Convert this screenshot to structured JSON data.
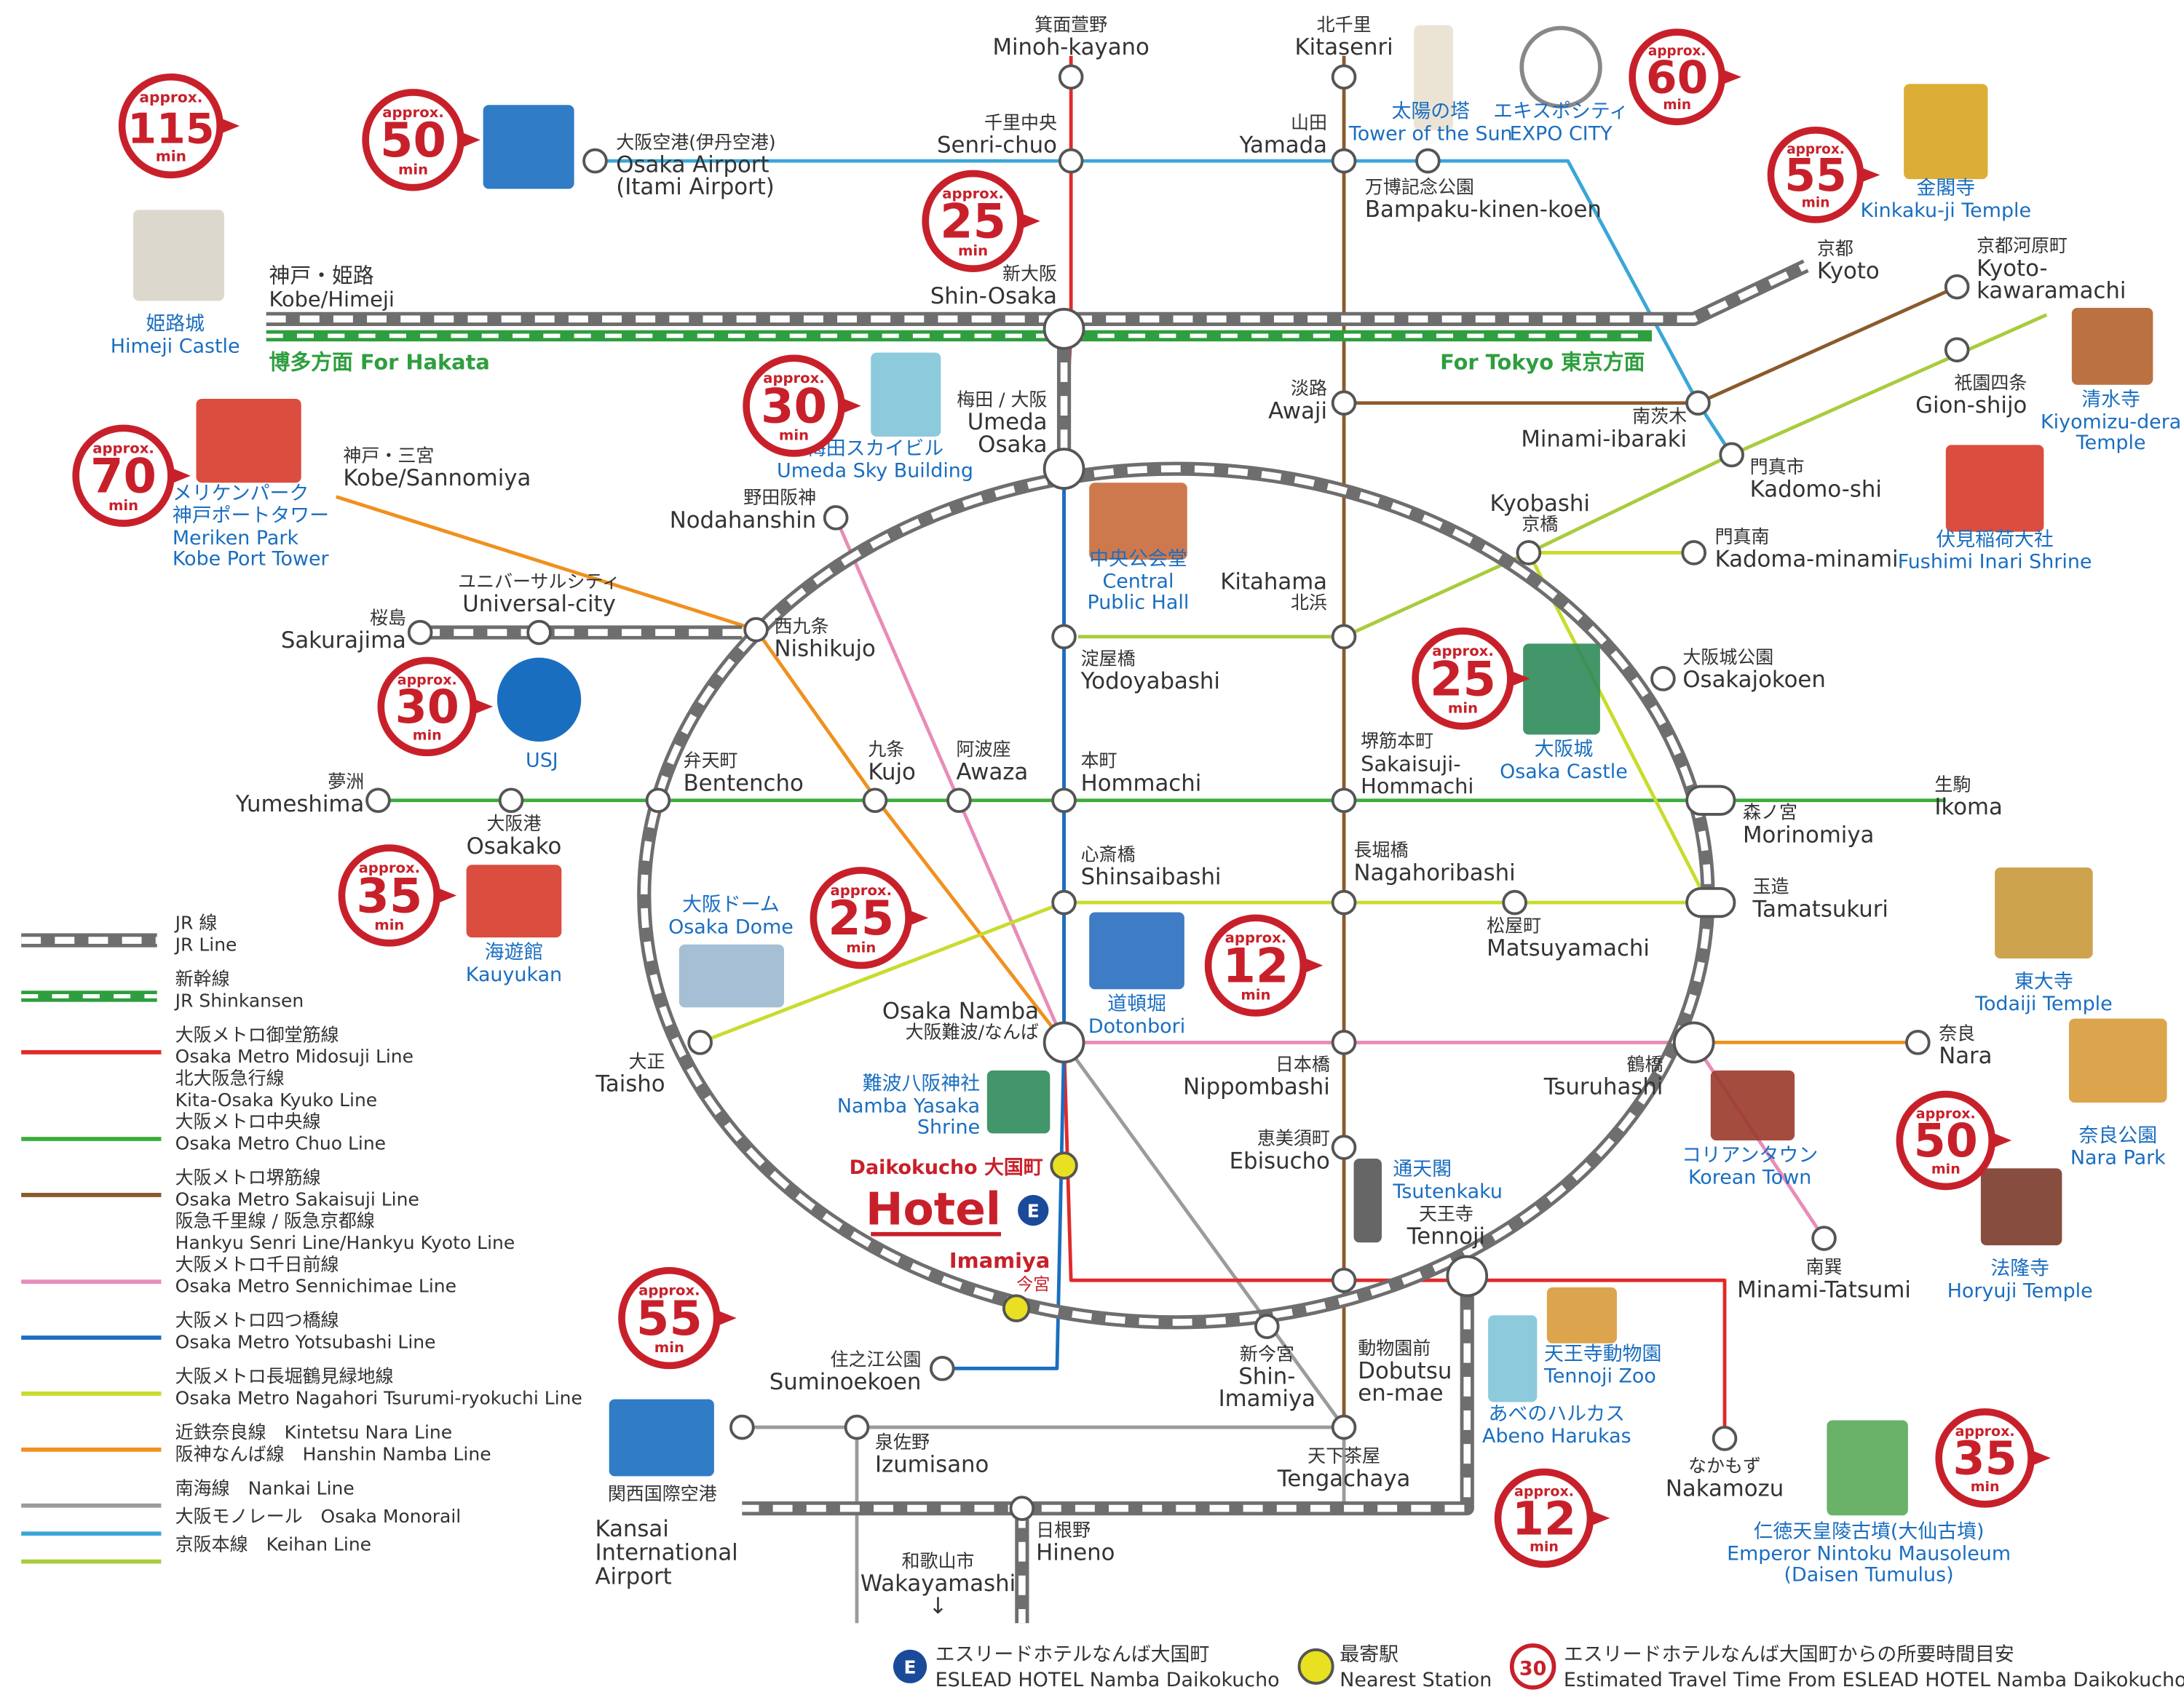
{
  "colors": {
    "jr": "#7a7a7a",
    "shinkansen": "#2e9e3e",
    "midosuji": "#e02a2a",
    "chuo": "#3aae3a",
    "sakaisuji": "#8b5a2b",
    "sennichimae": "#e88cb8",
    "yotsubashi": "#1a6ec0",
    "nagahori": "#c8dc2c",
    "kintetsu": "#f0901e",
    "nankai": "#9b9b9b",
    "monorail": "#3aa6d8",
    "keihan": "#a8cc3c",
    "badge": "#c8202a",
    "landmark": "#1a6ec0",
    "station_text": "#333333",
    "highlight": "#e8e020"
  },
  "lines": {
    "jr_kobe": "神戸・姫路\nKobe/Himeji",
    "hakata": "博多方面 For Hakata",
    "tokyo": "For Tokyo 東京方面"
  },
  "stations": [
    {
      "id": "minoh",
      "ja": "箕面萱野",
      "en": "Minoh-kayano"
    },
    {
      "id": "kitasenri",
      "ja": "北千里",
      "en": "Kitasenri"
    },
    {
      "id": "osaka_airport",
      "ja": "大阪空港(伊丹空港)",
      "en": "Osaka Airport\n(Itami Airport)"
    },
    {
      "id": "senri_chuo",
      "ja": "千里中央",
      "en": "Senri-chuo"
    },
    {
      "id": "yamada",
      "ja": "山田",
      "en": "Yamada"
    },
    {
      "id": "bampaku",
      "ja": "万博記念公園",
      "en": "Bampaku-kinen-koen"
    },
    {
      "id": "shin_osaka",
      "ja": "新大阪",
      "en": "Shin-Osaka"
    },
    {
      "id": "kyoto",
      "ja": "京都",
      "en": "Kyoto"
    },
    {
      "id": "kyoto_kawaramachi",
      "ja": "京都河原町",
      "en": "Kyoto-\nkawaramachi"
    },
    {
      "id": "gion",
      "ja": "祇園四条",
      "en": "Gion-shijo"
    },
    {
      "id": "awaji",
      "ja": "淡路",
      "en": "Awaji"
    },
    {
      "id": "minami_ibaraki",
      "ja": "南茨木",
      "en": "Minami-ibaraki"
    },
    {
      "id": "kadomashi",
      "ja": "門真市",
      "en": "Kadomo-shi"
    },
    {
      "id": "umeda",
      "ja": "梅田 / 大阪",
      "en": "Umeda\nOsaka"
    },
    {
      "id": "sannomiya",
      "ja": "神戸・三宮",
      "en": "Kobe/Sannomiya"
    },
    {
      "id": "nodahanshin",
      "ja": "野田阪神",
      "en": "Nodahanshin"
    },
    {
      "id": "kyobashi",
      "ja": "京橋",
      "en": "Kyobashi"
    },
    {
      "id": "kadoma_minami",
      "ja": "門真南",
      "en": "Kadoma-minami"
    },
    {
      "id": "universal",
      "ja": "ユニバーサルシティ",
      "en": "Universal-city"
    },
    {
      "id": "sakurajima",
      "ja": "桜島",
      "en": "Sakurajima"
    },
    {
      "id": "nishikujo",
      "ja": "西九条",
      "en": "Nishikujo"
    },
    {
      "id": "kitahama",
      "ja": "北浜",
      "en": "Kitahama"
    },
    {
      "id": "yodoyabashi",
      "ja": "淀屋橋",
      "en": "Yodoyabashi"
    },
    {
      "id": "osakajokoen",
      "ja": "大阪城公園",
      "en": "Osakajokoen"
    },
    {
      "id": "yumeshima",
      "ja": "夢洲",
      "en": "Yumeshima"
    },
    {
      "id": "bentencho",
      "ja": "弁天町",
      "en": "Bentencho"
    },
    {
      "id": "kujo",
      "ja": "九条",
      "en": "Kujo"
    },
    {
      "id": "awaza",
      "ja": "阿波座",
      "en": "Awaza"
    },
    {
      "id": "hommachi",
      "ja": "本町",
      "en": "Hommachi"
    },
    {
      "id": "sakaisuji_hommachi",
      "ja": "堺筋本町",
      "en": "Sakaisuji-\nHommachi"
    },
    {
      "id": "morinomiya",
      "ja": "森ノ宮",
      "en": "Morinomiya"
    },
    {
      "id": "ikoma",
      "ja": "生駒",
      "en": "Ikoma"
    },
    {
      "id": "osakako",
      "ja": "大阪港",
      "en": "Osakako"
    },
    {
      "id": "shinsaibashi",
      "ja": "心斎橋",
      "en": "Shinsaibashi"
    },
    {
      "id": "nagahoribashi",
      "ja": "長堀橋",
      "en": "Nagahoribashi"
    },
    {
      "id": "tamatsukuri",
      "ja": "玉造",
      "en": "Tamatsukuri"
    },
    {
      "id": "matsuyamachi",
      "ja": "松屋町",
      "en": "Matsuyamachi"
    },
    {
      "id": "namba",
      "ja": "大阪難波/なんば",
      "en": "Osaka Namba"
    },
    {
      "id": "taisho",
      "ja": "大正",
      "en": "Taisho"
    },
    {
      "id": "nippombashi",
      "ja": "日本橋",
      "en": "Nippombashi"
    },
    {
      "id": "tsuruhashi",
      "ja": "鶴橋",
      "en": "Tsuruhashi"
    },
    {
      "id": "nara",
      "ja": "奈良",
      "en": "Nara"
    },
    {
      "id": "ebisucho",
      "ja": "恵美須町",
      "en": "Ebisucho"
    },
    {
      "id": "tennoji",
      "ja": "天王寺",
      "en": "Tennoji"
    },
    {
      "id": "minami_tatsumi",
      "ja": "南巽",
      "en": "Minami-Tatsumi"
    },
    {
      "id": "suminoekoen",
      "ja": "住之江公園",
      "en": "Suminoekoen"
    },
    {
      "id": "shin_imamiya",
      "ja": "新今宮",
      "en": "Shin-\nImamiya"
    },
    {
      "id": "dobutsuen",
      "ja": "動物園前",
      "en": "Dobutsu\nen-mae"
    },
    {
      "id": "izumisano",
      "ja": "泉佐野",
      "en": "Izumisano"
    },
    {
      "id": "tengachaya",
      "ja": "天下茶屋",
      "en": "Tengachaya"
    },
    {
      "id": "nakamozu",
      "ja": "なかもず",
      "en": "Nakamozu"
    },
    {
      "id": "kansai",
      "ja": "関西国際空港",
      "en": "Kansai\nInternational\nAirport"
    },
    {
      "id": "hineno",
      "ja": "日根野",
      "en": "Hineno"
    },
    {
      "id": "wakayama",
      "ja": "和歌山市",
      "en": "Wakayamashi\n↓"
    }
  ],
  "nearest": {
    "daikokucho": "Daikokucho 大国町",
    "imamiya_en": "Imamiya",
    "imamiya_ja": "今宮",
    "hotel": "Hotel"
  },
  "landmarks": [
    {
      "id": "himeji",
      "ja": "姫路城",
      "en": "Himeji Castle"
    },
    {
      "id": "tower_sun",
      "ja": "太陽の塔",
      "en": "Tower of the Sun"
    },
    {
      "id": "expocity",
      "ja": "エキスポシティ",
      "en": "EXPO CITY"
    },
    {
      "id": "kinkakuji",
      "ja": "金閣寺",
      "en": "Kinkaku-ji Temple"
    },
    {
      "id": "kiyomizu",
      "ja": "清水寺",
      "en": "Kiyomizu-dera\nTemple"
    },
    {
      "id": "fushimi",
      "ja": "伏見稲荷大社",
      "en": "Fushimi Inari Shrine"
    },
    {
      "id": "skybuilding",
      "ja": "梅田スカイビル",
      "en": "Umeda Sky Building"
    },
    {
      "id": "kobeport",
      "ja": "メリケンパーク\n神戸ポートタワー",
      "en": "Meriken Park\nKobe Port Tower"
    },
    {
      "id": "publichall",
      "ja": "中央公会堂",
      "en": "Central\nPublic Hall"
    },
    {
      "id": "usj",
      "ja": "",
      "en": "USJ"
    },
    {
      "id": "castle",
      "ja": "大阪城",
      "en": "Osaka Castle"
    },
    {
      "id": "kaiyukan",
      "ja": "海遊館",
      "en": "Kauyukan"
    },
    {
      "id": "dome",
      "ja": "大阪ドーム",
      "en": "Osaka Dome"
    },
    {
      "id": "dotonbori",
      "ja": "道頓堀",
      "en": "Dotonbori"
    },
    {
      "id": "todaiji",
      "ja": "東大寺",
      "en": "Todaiji Temple"
    },
    {
      "id": "yasaka",
      "ja": "難波八阪神社",
      "en": "Namba Yasaka\nShrine"
    },
    {
      "id": "narapark",
      "ja": "奈良公園",
      "en": "Nara Park"
    },
    {
      "id": "korean",
      "ja": "コリアンタウン",
      "en": "Korean Town"
    },
    {
      "id": "tsutenkaku",
      "ja": "通天閣",
      "en": "Tsutenkaku"
    },
    {
      "id": "horyuji",
      "ja": "法隆寺",
      "en": "Horyuji Temple"
    },
    {
      "id": "zoo",
      "ja": "天王寺動物園",
      "en": "Tennoji Zoo"
    },
    {
      "id": "harukas",
      "ja": "あべのハルカス",
      "en": "Abeno Harukas"
    },
    {
      "id": "nintoku",
      "ja": "仁徳天皇陵古墳(大仙古墳)",
      "en": "Emperor Nintoku Mausoleum\n(Daisen Tumulus)"
    }
  ],
  "badges": {
    "approx": "approx.",
    "min": "min",
    "values": {
      "himeji": "115",
      "itami": "50",
      "shinosaka": "25",
      "expo": "60",
      "kyoto": "55",
      "sky": "30",
      "kobe": "70",
      "usj": "30",
      "castle": "25",
      "kaiyukan": "35",
      "dome": "25",
      "dotonbori": "12",
      "nara": "50",
      "kansai": "55",
      "harukas": "12",
      "nintoku": "35",
      "legend": "30"
    }
  },
  "legend": [
    {
      "ja": "JR 線",
      "en": "JR Line",
      "color": "jr",
      "style": "jr"
    },
    {
      "ja": "新幹線",
      "en": "JR Shinkansen",
      "color": "shinkansen",
      "style": "shin"
    },
    {
      "ja": "大阪メトロ御堂筋線\n北大阪急行線",
      "en": "Osaka Metro Midosuji Line\nKita-Osaka Kyuko Line",
      "color": "midosuji",
      "style": "solid",
      "jaen": "大阪メトロ御堂筋線\nOsaka Metro Midosuji Line\n北大阪急行線\nKita-Osaka Kyuko Line"
    },
    {
      "ja": "大阪メトロ中央線",
      "en": "Osaka Metro Chuo Line",
      "color": "chuo",
      "style": "solid"
    },
    {
      "ja": "",
      "en": "",
      "color": "sakaisuji",
      "style": "solid",
      "jaen": "大阪メトロ堺筋線\nOsaka Metro Sakaisuji Line\n阪急千里線 / 阪急京都線\nHankyu Senri Line/Hankyu Kyoto Line"
    },
    {
      "ja": "大阪メトロ千日前線",
      "en": "Osaka Metro Sennichimae Line",
      "color": "sennichimae",
      "style": "solid"
    },
    {
      "ja": "大阪メトロ四つ橋線",
      "en": "Osaka Metro Yotsubashi Line",
      "color": "yotsubashi",
      "style": "solid"
    },
    {
      "ja": "大阪メトロ長堀鶴見緑地線",
      "en": "Osaka Metro Nagahori Tsurumi-ryokuchi Line",
      "color": "nagahori",
      "style": "solid"
    },
    {
      "ja": "",
      "en": "",
      "color": "kintetsu",
      "style": "solid",
      "jaen": "近鉄奈良線　Kintetsu Nara Line\n阪神なんば線　Hanshin Namba Line"
    },
    {
      "ja": "南海線",
      "en": "Nankai Line",
      "color": "nankai",
      "style": "solid",
      "jaen": "南海線　Nankai Line"
    },
    {
      "ja": "大阪モノレール",
      "en": "Osaka Monorail",
      "color": "monorail",
      "style": "solid",
      "jaen": "大阪モノレール　Osaka Monorail"
    },
    {
      "ja": "京阪本線",
      "en": "Keihan Line",
      "color": "keihan",
      "style": "solid",
      "jaen": "京阪本線　Keihan Line"
    }
  ],
  "footer": {
    "hotel_ja": "エスリードホテルなんば大国町",
    "hotel_en": "ESLEAD HOTEL Namba Daikokucho",
    "nearest_ja": "最寄駅",
    "nearest_en": "Nearest Station",
    "time_ja": "エスリードホテルなんば大国町からの所要時間目安",
    "time_en": "Estimated Travel Time From ESLEAD HOTEL Namba Daikokucho"
  }
}
